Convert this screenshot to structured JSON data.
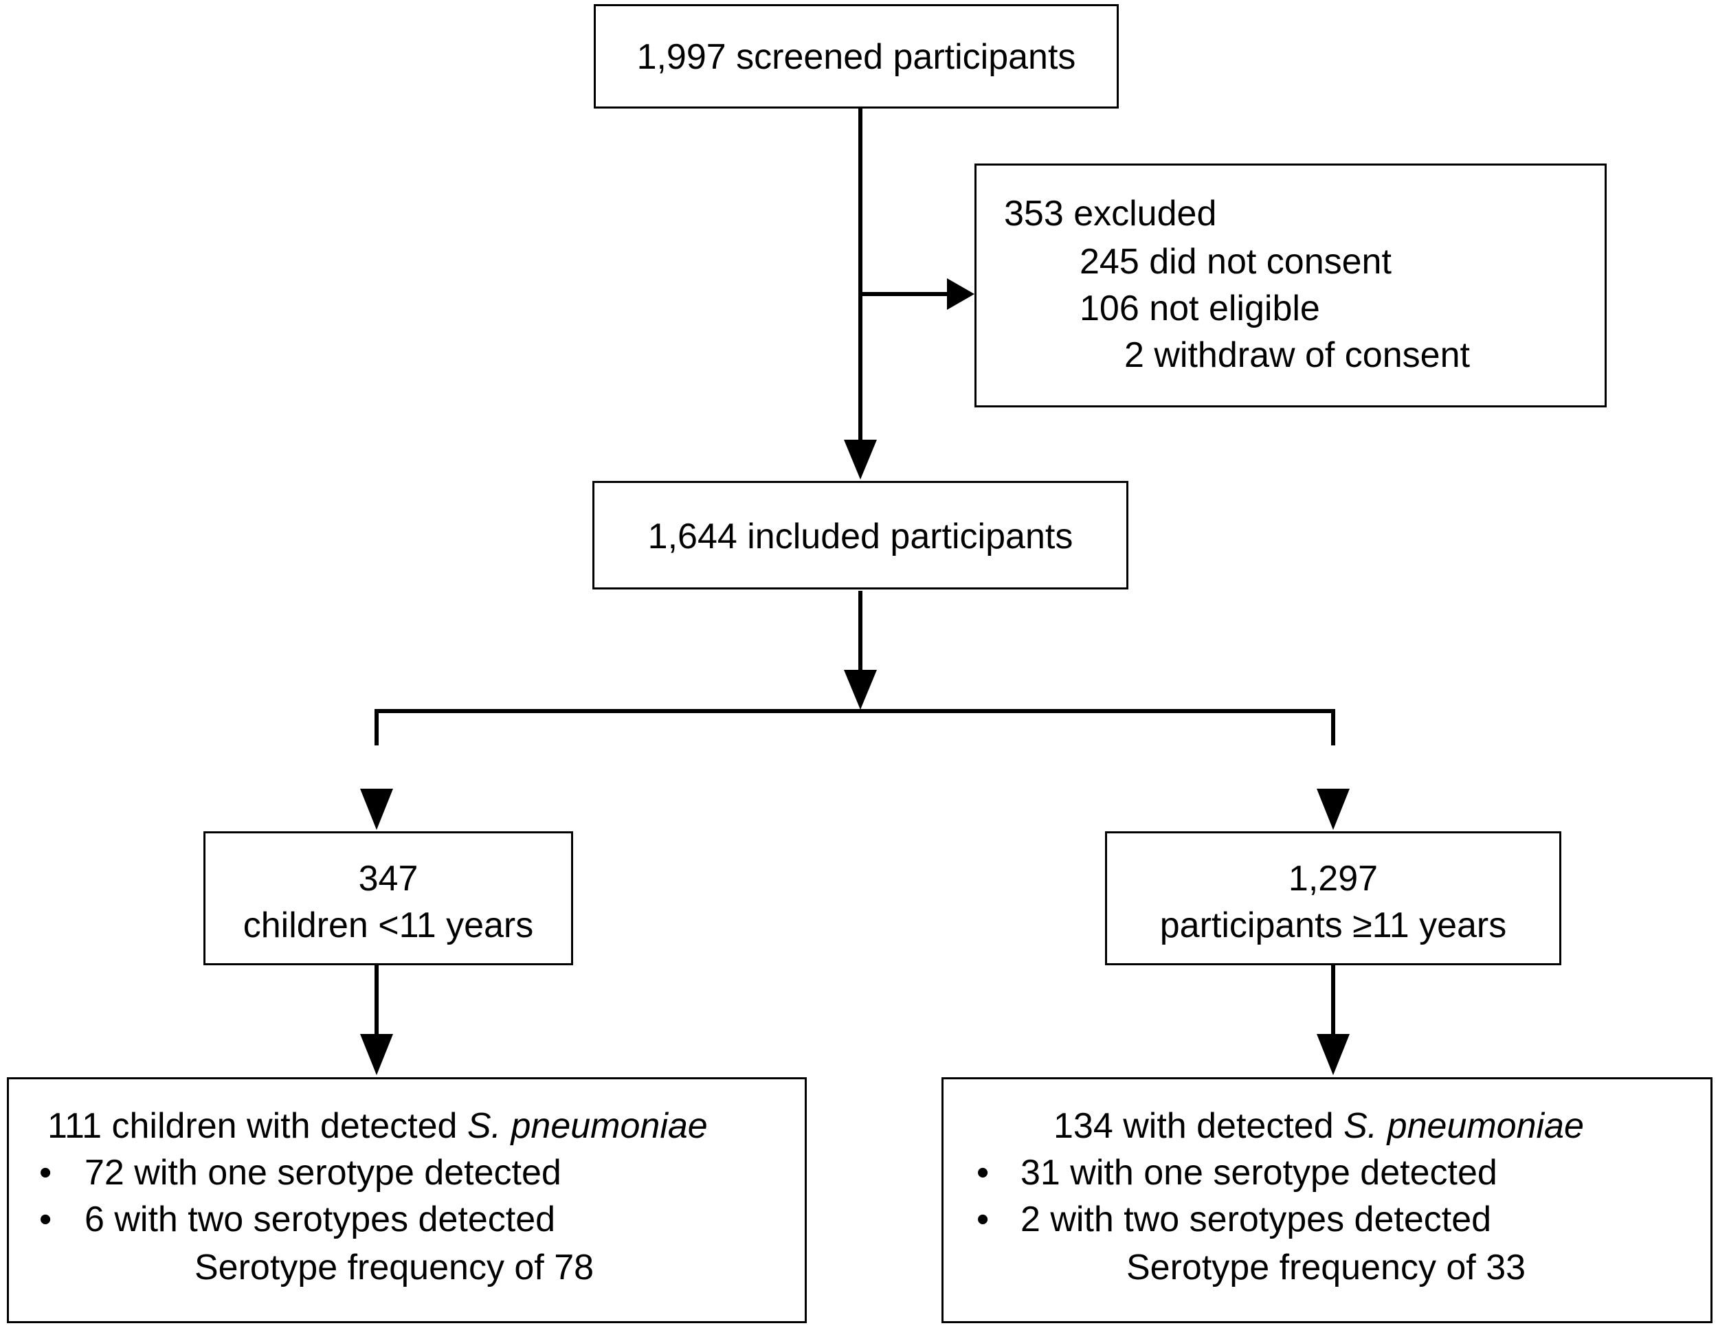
{
  "screened": {
    "text": "1,997 screened participants"
  },
  "excluded": {
    "title": "353 excluded",
    "reasons": [
      "245 did not consent",
      "106 not eligible",
      "2 withdraw of consent"
    ]
  },
  "included": {
    "text": "1,644 included participants"
  },
  "children": {
    "count": "347",
    "label": "children <11 years"
  },
  "older": {
    "count": "1,297",
    "label": "participants ≥11 years"
  },
  "children_result": {
    "title_prefix": "111 children with detected ",
    "organism": "S. pneumoniae",
    "bullet_symbol": "•",
    "bullets": [
      "72 with one serotype detected",
      "6 with two serotypes detected"
    ],
    "frequency": "Serotype frequency of 78"
  },
  "older_result": {
    "title_prefix": "134 with detected ",
    "organism": "S. pneumoniae",
    "bullet_symbol": "•",
    "bullets": [
      "31 with one serotype detected",
      "2 with two serotypes detected"
    ],
    "frequency": "Serotype frequency of 33"
  }
}
